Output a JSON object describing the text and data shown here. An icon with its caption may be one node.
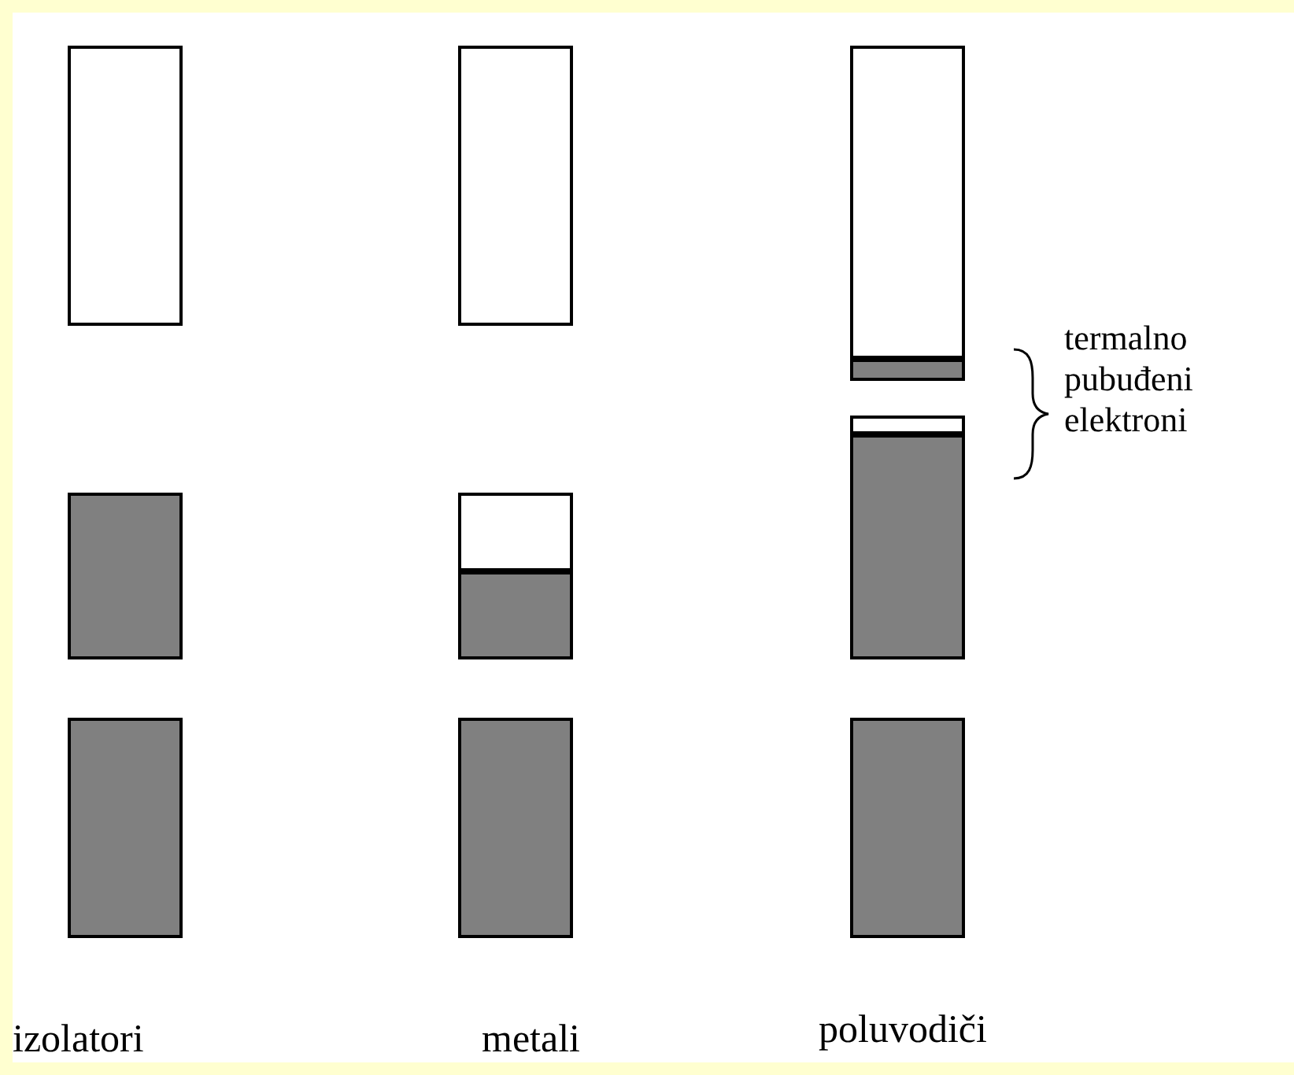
{
  "diagram": {
    "labels": [
      "termalno pubuđeni elektroni",
      "izolatori",
      "metali",
      "poluvodiči"
    ]
  }
}
